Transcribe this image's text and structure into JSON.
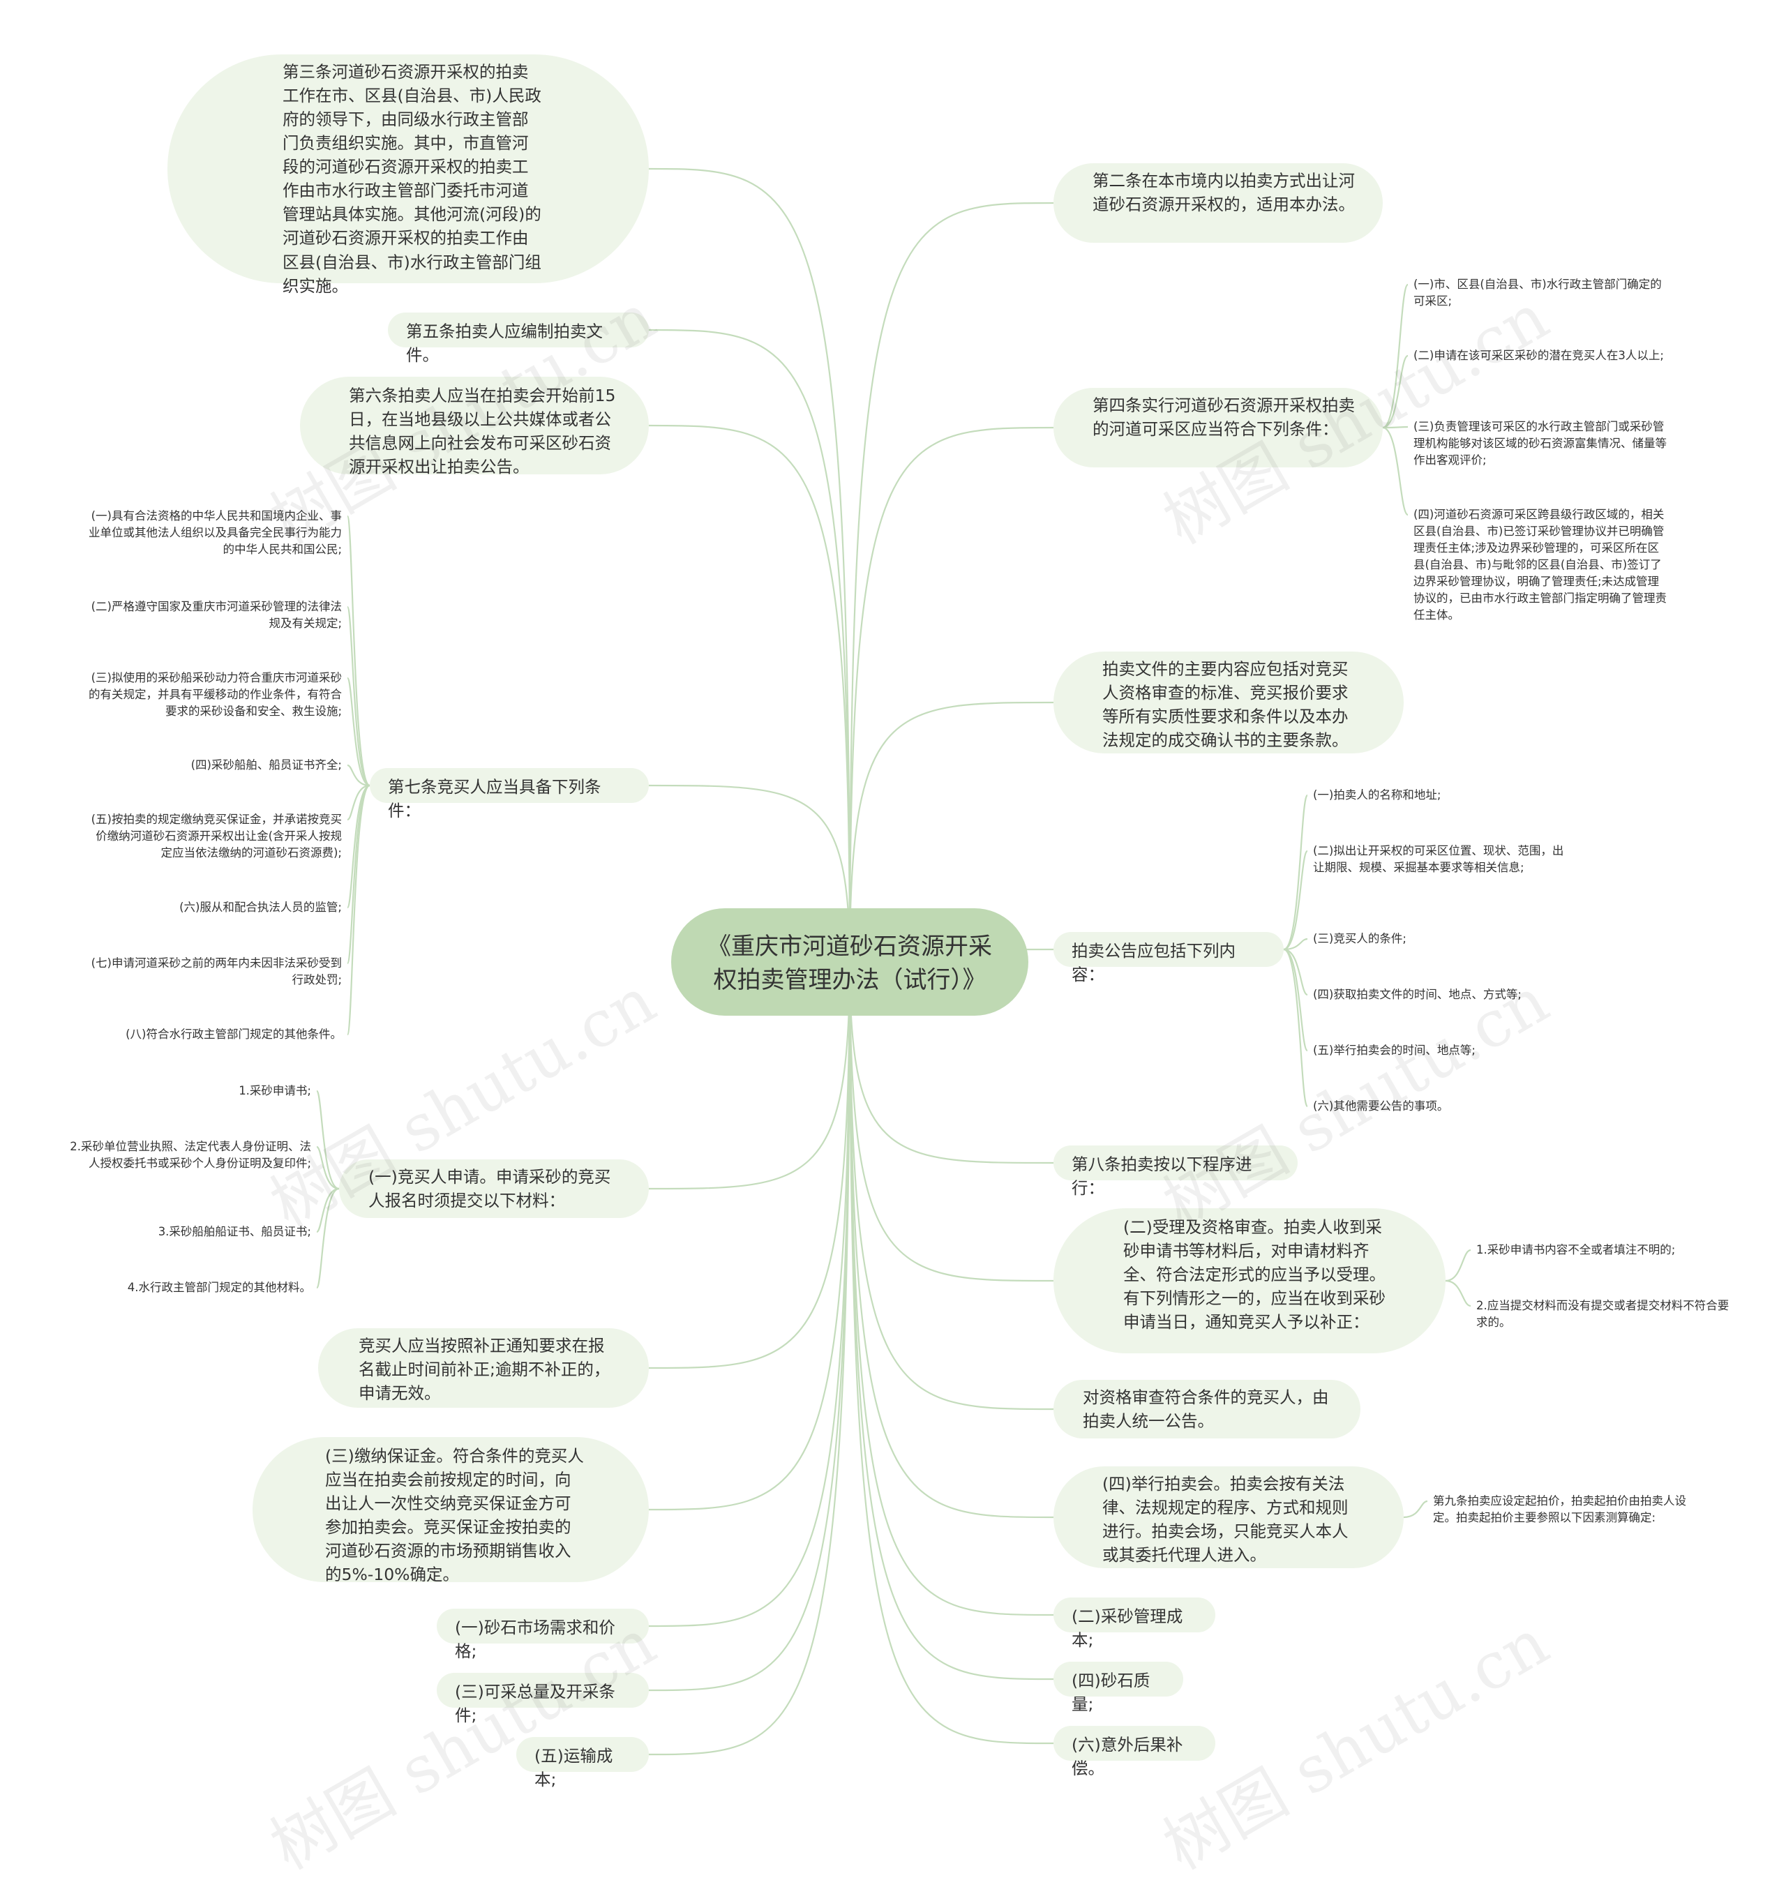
{
  "root": "《重庆市河道砂石资源开采权拍卖管理办法（试行）》",
  "watermark": "树图 shutu.cn",
  "left_branches": [
    {
      "id": "l1",
      "text": "第三条河道砂石资源开采权的拍卖工作在市、区县(自治县、市)人民政府的领导下，由同级水行政主管部门负责组织实施。其中，市直管河段的河道砂石资源开采权的拍卖工作由市水行政主管部门委托市河道管理站具体实施。其他河流(河段)的河道砂石资源开采权的拍卖工作由区县(自治县、市)水行政主管部门组织实施。"
    },
    {
      "id": "l2",
      "text": "第五条拍卖人应编制拍卖文件。"
    },
    {
      "id": "l3",
      "text": "第六条拍卖人应当在拍卖会开始前15日，在当地县级以上公共媒体或者公共信息网上向社会发布可采区砂石资源开采权出让拍卖公告。"
    },
    {
      "id": "l4",
      "text": "第七条竞买人应当具备下列条件：",
      "children": [
        "(一)具有合法资格的中华人民共和国境内企业、事业单位或其他法人组织以及具备完全民事行为能力的中华人民共和国公民;",
        "(二)严格遵守国家及重庆市河道采砂管理的法律法规及有关规定;",
        "(三)拟使用的采砂船采砂动力符合重庆市河道采砂的有关规定，并具有平缓移动的作业条件，有符合要求的采砂设备和安全、救生设施;",
        "(四)采砂船舶、船员证书齐全;",
        "(五)按拍卖的规定缴纳竞买保证金，并承诺按竞买价缴纳河道砂石资源开采权出让金(含开采人按规定应当依法缴纳的河道砂石资源费);",
        "(六)服从和配合执法人员的监管;",
        "(七)申请河道采砂之前的两年内未因非法采砂受到行政处罚;",
        "(八)符合水行政主管部门规定的其他条件。"
      ]
    },
    {
      "id": "l5",
      "text": "(一)竞买人申请。申请采砂的竞买人报名时须提交以下材料：",
      "children": [
        "1.采砂申请书;",
        "2.采砂单位营业执照、法定代表人身份证明、法人授权委托书或采砂个人身份证明及复印件;",
        "3.采砂船舶船证书、船员证书;",
        "4.水行政主管部门规定的其他材料。"
      ]
    },
    {
      "id": "l6",
      "text": "竞买人应当按照补正通知要求在报名截止时间前补正;逾期不补正的，申请无效。"
    },
    {
      "id": "l7",
      "text": "(三)缴纳保证金。符合条件的竞买人应当在拍卖会前按规定的时间，向出让人一次性交纳竞买保证金方可参加拍卖会。竞买保证金按拍卖的河道砂石资源的市场预期销售收入的5%-10%确定。"
    },
    {
      "id": "l8",
      "text": "(一)砂石市场需求和价格;"
    },
    {
      "id": "l9",
      "text": "(三)可采总量及开采条件;"
    },
    {
      "id": "l10",
      "text": "(五)运输成本;"
    }
  ],
  "right_branches": [
    {
      "id": "r1",
      "text": "第二条在本市境内以拍卖方式出让河道砂石资源开采权的，适用本办法。"
    },
    {
      "id": "r2",
      "text": "第四条实行河道砂石资源开采权拍卖的河道可采区应当符合下列条件：",
      "children": [
        "(一)市、区县(自治县、市)水行政主管部门确定的可采区;",
        "(二)申请在该可采区采砂的潜在竞买人在3人以上;",
        "(三)负责管理该可采区的水行政主管部门或采砂管理机构能够对该区域的砂石资源富集情况、储量等作出客观评价;",
        "(四)河道砂石资源可采区跨县级行政区域的，相关区县(自治县、市)已签订采砂管理协议并已明确管理责任主体;涉及边界采砂管理的，可采区所在区县(自治县、市)与毗邻的区县(自治县、市)签订了边界采砂管理协议，明确了管理责任;未达成管理协议的，已由市水行政主管部门指定明确了管理责任主体。"
      ]
    },
    {
      "id": "r3",
      "text": "拍卖文件的主要内容应包括对竞买人资格审查的标准、竞买报价要求等所有实质性要求和条件以及本办法规定的成交确认书的主要条款。"
    },
    {
      "id": "r4",
      "text": "拍卖公告应包括下列内容：",
      "children": [
        "(一)拍卖人的名称和地址;",
        "(二)拟出让开采权的可采区位置、现状、范围，出让期限、规模、采掘基本要求等相关信息;",
        "(三)竞买人的条件;",
        "(四)获取拍卖文件的时间、地点、方式等;",
        "(五)举行拍卖会的时间、地点等;",
        "(六)其他需要公告的事项。"
      ]
    },
    {
      "id": "r5",
      "text": "第八条拍卖按以下程序进行："
    },
    {
      "id": "r6",
      "text": "(二)受理及资格审查。拍卖人收到采砂申请书等材料后，对申请材料齐全、符合法定形式的应当予以受理。有下列情形之一的，应当在收到采砂申请当日，通知竞买人予以补正：",
      "children": [
        "1.采砂申请书内容不全或者填注不明的;",
        "2.应当提交材料而没有提交或者提交材料不符合要求的。"
      ]
    },
    {
      "id": "r7",
      "text": "对资格审查符合条件的竞买人，由拍卖人统一公告。"
    },
    {
      "id": "r8",
      "text": "(四)举行拍卖会。拍卖会按有关法律、法规规定的程序、方式和规则进行。拍卖会场，只能竞买人本人或其委托代理人进入。",
      "children": [
        "第九条拍卖应设定起拍价，拍卖起拍价由拍卖人设定。拍卖起拍价主要参照以下因素测算确定:"
      ]
    },
    {
      "id": "r9",
      "text": "(二)采砂管理成本;"
    },
    {
      "id": "r10",
      "text": "(四)砂石质量;"
    },
    {
      "id": "r11",
      "text": "(六)意外后果补偿。"
    }
  ]
}
